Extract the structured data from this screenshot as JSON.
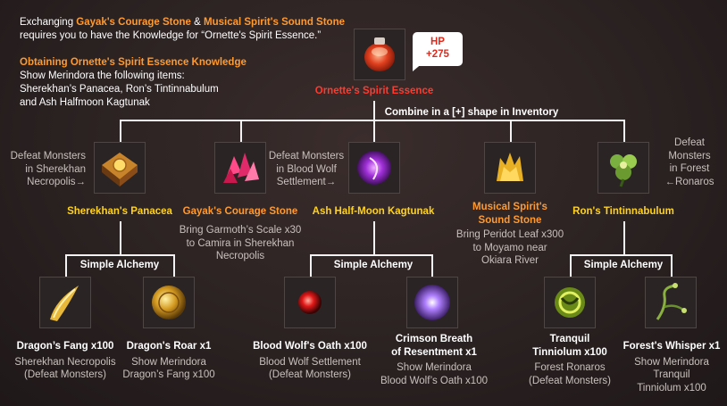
{
  "intro": {
    "l1_pre": "Exchanging ",
    "l1_item1": "Gayak's Courage Stone",
    "l1_amp": " & ",
    "l1_item2": "Musical Spirit's Sound Stone",
    "l2": "requires you to have the Knowledge for “Ornette's Spirit Essence.”",
    "obtain_title": "Obtaining Ornette's Spirit Essence Knowledge",
    "obtain_l1": "Show Merindora the following items:",
    "obtain_l2": "Sherekhan’s Panacea, Ron’s Tintinnabulum",
    "obtain_l3": "and Ash Halfmoon Kagtunak"
  },
  "top": {
    "name": "Ornette's Spirit Essence",
    "bubble_l1": "HP",
    "bubble_l2": "+275",
    "combine_label": "Combine in a [+] shape in Inventory",
    "icon": "red-potion-icon"
  },
  "row2": [
    {
      "name": "Sherekhan's Panacea",
      "icon": "golden-box-icon"
    },
    {
      "name": "Gayak's Courage Stone",
      "icon": "pink-crystal-icon"
    },
    {
      "name": "Ash Half-Moon Kagtunak",
      "icon": "purple-orb-icon"
    },
    {
      "name_l1": "Musical Spirit's",
      "name_l2": "Sound Stone",
      "icon": "golden-stone-icon"
    },
    {
      "name": "Ron's Tintinnabulum",
      "icon": "green-flower-icon"
    }
  ],
  "side_notes": {
    "left_l1": "Defeat Monsters",
    "left_l2": "in Sherekhan",
    "left_l3": "Necropolis",
    "mid_l1": "Defeat Monsters",
    "mid_l2": "in Blood Wolf",
    "mid_l3": "Settlement",
    "right_l1": "Defeat",
    "right_l2": "Monsters",
    "right_l3": "in Forest",
    "right_l4": "Ronaros",
    "arrow": "→",
    "arrow_left": "←"
  },
  "row2_notes": {
    "gayak_l1": "Bring Garmoth’s Scale x30",
    "gayak_l2": "to Camira in Sherekhan",
    "gayak_l3": "Necropolis",
    "sound_l1": "Bring Peridot Leaf x300",
    "sound_l2": "to Moyamo near",
    "sound_l3": "Okiara River"
  },
  "alchemy_label": "Simple Alchemy",
  "row3": [
    {
      "name": "Dragon’s Fang x100",
      "sub1": "Sherekhan Necropolis",
      "sub2": "(Defeat Monsters)",
      "icon": "dragon-fang-icon"
    },
    {
      "name": "Dragon's Roar x1",
      "sub1": "Show Merindora",
      "sub2": "Dragon’s Fang x100",
      "icon": "gold-orb-icon"
    },
    {
      "name": "Blood Wolf's Oath x100",
      "sub1": "Blood Wolf Settlement",
      "sub2": "(Defeat Monsters)",
      "icon": "red-orb-icon"
    },
    {
      "name_l1": "Crimson Breath",
      "name_l2": "of Resentment x1",
      "sub1": "Show Merindora",
      "sub2": "Blood Wolf’s Oath x100",
      "icon": "violet-orb-icon"
    },
    {
      "name_l1": "Tranquil",
      "name_l2": "Tinniolum x100",
      "sub1": "Forest Ronaros",
      "sub2": "(Defeat Monsters)",
      "icon": "green-knot-icon"
    },
    {
      "name": "Forest's Whisper x1",
      "sub1": "Show Merindora",
      "sub2": "Tranquil",
      "sub3": "Tinniolum x100",
      "icon": "vine-icon"
    }
  ],
  "colors": {
    "orange": "#ff9a2e",
    "yellow": "#ffd21e",
    "red": "#ff3a2e",
    "gray": "#c8c0bc"
  }
}
